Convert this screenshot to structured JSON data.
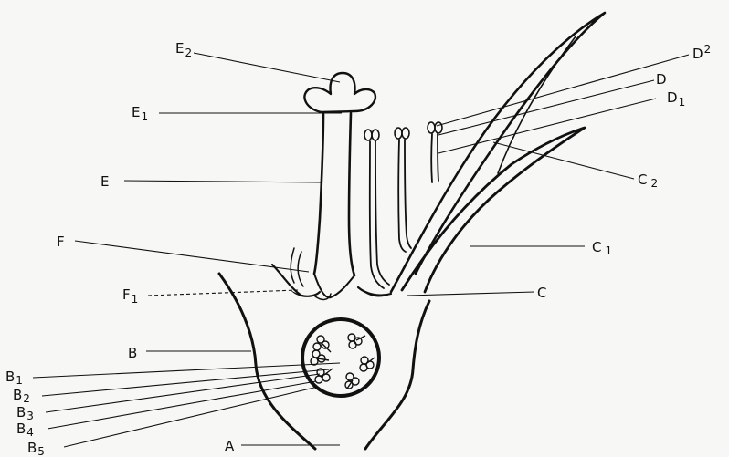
{
  "labels": {
    "E2": {
      "main": "E",
      "sub": "2"
    },
    "E1": {
      "main": "E",
      "sub": "1"
    },
    "E": {
      "main": "E",
      "sub": ""
    },
    "F": {
      "main": "F",
      "sub": ""
    },
    "F1": {
      "main": "F",
      "sub": "1"
    },
    "B": {
      "main": "B",
      "sub": ""
    },
    "B1": {
      "main": "B",
      "sub": "1"
    },
    "B2": {
      "main": "B",
      "sub": "2"
    },
    "B3": {
      "main": "B",
      "sub": "3"
    },
    "B4": {
      "main": "B",
      "sub": "4"
    },
    "B5": {
      "main": "B",
      "sub": "5"
    },
    "A": {
      "main": "A",
      "sub": ""
    },
    "C": {
      "main": "C",
      "sub": ""
    },
    "C1": {
      "main": "C",
      "sub": "1"
    },
    "C2": {
      "main": "C",
      "sub": "2"
    },
    "D": {
      "main": "D",
      "sub": ""
    },
    "D1": {
      "main": "D",
      "sub": "1"
    },
    "D2": {
      "main": "D",
      "sub": "2"
    }
  },
  "colors": {
    "ink": "#111111",
    "paper": "#f7f7f5"
  }
}
